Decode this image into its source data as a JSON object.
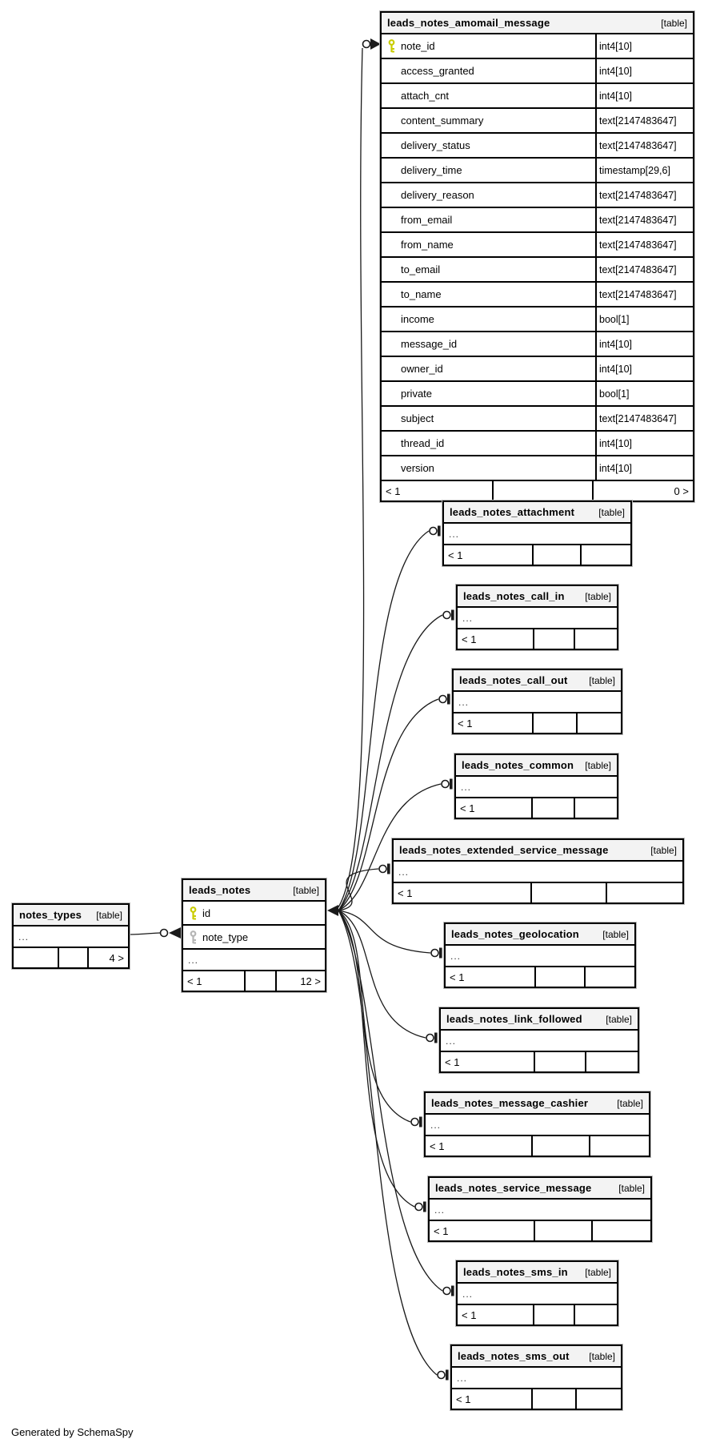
{
  "page": {
    "generator_label": "Generated by SchemaSpy"
  },
  "colors": {
    "header_bg": "#f3f3f3",
    "table_border": "#000000",
    "halo": "#b9b9b9",
    "primary_key_color": "#c9cc00",
    "foreign_key_color": "#b5b5b5",
    "line_color": "#1a1a1a"
  },
  "icons": {
    "primary_key": "primary-key-icon",
    "foreign_key": "foreign-key-icon",
    "satellite_anchor": "circle-bar-anchor-icon",
    "arrow_anchor": "circle-arrow-anchor-icon"
  },
  "tables": {
    "main": {
      "name": "leads_notes_amomail_message",
      "badge": "[table]",
      "columns": [
        {
          "name": "note_id",
          "type": "int4[10]",
          "key": "primary"
        },
        {
          "name": "access_granted",
          "type": "int4[10]"
        },
        {
          "name": "attach_cnt",
          "type": "int4[10]"
        },
        {
          "name": "content_summary",
          "type": "text[2147483647]"
        },
        {
          "name": "delivery_status",
          "type": "text[2147483647]"
        },
        {
          "name": "delivery_time",
          "type": "timestamp[29,6]"
        },
        {
          "name": "delivery_reason",
          "type": "text[2147483647]"
        },
        {
          "name": "from_email",
          "type": "text[2147483647]"
        },
        {
          "name": "from_name",
          "type": "text[2147483647]"
        },
        {
          "name": "to_email",
          "type": "text[2147483647]"
        },
        {
          "name": "to_name",
          "type": "text[2147483647]"
        },
        {
          "name": "income",
          "type": "bool[1]"
        },
        {
          "name": "message_id",
          "type": "int4[10]"
        },
        {
          "name": "owner_id",
          "type": "int4[10]"
        },
        {
          "name": "private",
          "type": "bool[1]"
        },
        {
          "name": "subject",
          "type": "text[2147483647]"
        },
        {
          "name": "thread_id",
          "type": "int4[10]"
        },
        {
          "name": "version",
          "type": "int4[10]"
        }
      ],
      "footer": {
        "left": "< 1",
        "mid": "",
        "right": "0 >"
      }
    },
    "leads_notes": {
      "name": "leads_notes",
      "badge": "[table]",
      "columns": [
        {
          "name": "id",
          "key": "primary"
        },
        {
          "name": "note_type",
          "key": "foreign"
        }
      ],
      "ellipsis": "...",
      "footer": {
        "left": "< 1",
        "mid": "",
        "right": "12 >"
      }
    },
    "notes_types": {
      "name": "notes_types",
      "badge": "[table]",
      "ellipsis": "...",
      "footer": {
        "left": "",
        "mid": "",
        "right": "4 >"
      }
    },
    "sub": [
      {
        "name": "leads_notes_attachment",
        "badge": "[table]",
        "ellipsis": "...",
        "footer": {
          "left": "< 1",
          "mid": "",
          "right": ""
        }
      },
      {
        "name": "leads_notes_call_in",
        "badge": "[table]",
        "ellipsis": "...",
        "footer": {
          "left": "< 1",
          "mid": "",
          "right": ""
        }
      },
      {
        "name": "leads_notes_call_out",
        "badge": "[table]",
        "ellipsis": "...",
        "footer": {
          "left": "< 1",
          "mid": "",
          "right": ""
        }
      },
      {
        "name": "leads_notes_common",
        "badge": "[table]",
        "ellipsis": "...",
        "footer": {
          "left": "< 1",
          "mid": "",
          "right": ""
        }
      },
      {
        "name": "leads_notes_extended_service_message",
        "badge": "[table]",
        "ellipsis": "...",
        "footer": {
          "left": "< 1",
          "mid": "",
          "right": ""
        }
      },
      {
        "name": "leads_notes_geolocation",
        "badge": "[table]",
        "ellipsis": "...",
        "footer": {
          "left": "< 1",
          "mid": "",
          "right": ""
        }
      },
      {
        "name": "leads_notes_link_followed",
        "badge": "[table]",
        "ellipsis": "...",
        "footer": {
          "left": "< 1",
          "mid": "",
          "right": ""
        }
      },
      {
        "name": "leads_notes_message_cashier",
        "badge": "[table]",
        "ellipsis": "...",
        "footer": {
          "left": "< 1",
          "mid": "",
          "right": ""
        }
      },
      {
        "name": "leads_notes_service_message",
        "badge": "[table]",
        "ellipsis": "...",
        "footer": {
          "left": "< 1",
          "mid": "",
          "right": ""
        }
      },
      {
        "name": "leads_notes_sms_in",
        "badge": "[table]",
        "ellipsis": "...",
        "footer": {
          "left": "< 1",
          "mid": "",
          "right": ""
        }
      },
      {
        "name": "leads_notes_sms_out",
        "badge": "[table]",
        "ellipsis": "...",
        "footer": {
          "left": "< 1",
          "mid": "",
          "right": ""
        }
      }
    ]
  }
}
